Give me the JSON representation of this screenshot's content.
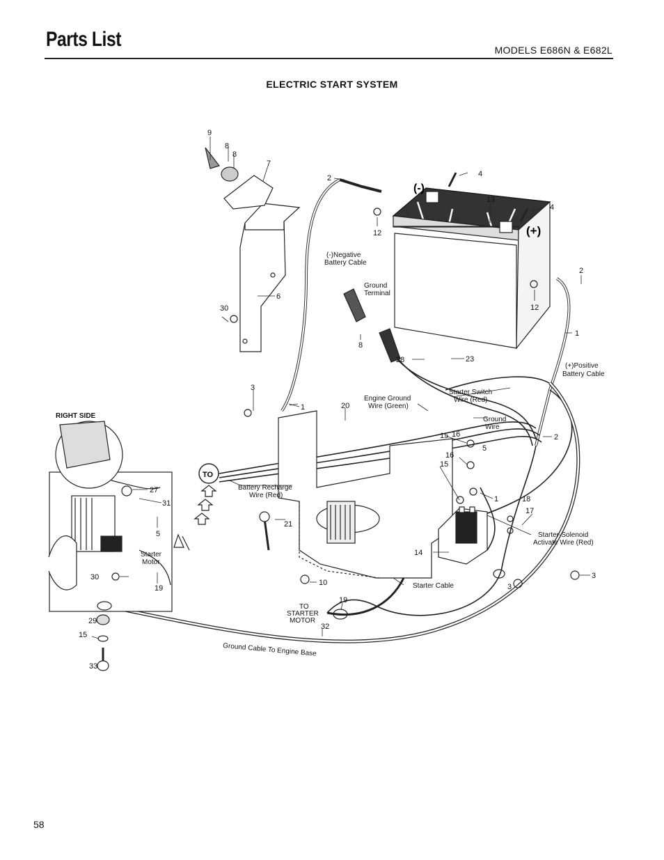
{
  "header": {
    "title": "Parts List",
    "models": "MODELS E686N & E682L"
  },
  "section_title": "ELECTRIC START SYSTEM",
  "page_number": "58",
  "inset": {
    "title": "RIGHT SIDE",
    "labels": {
      "starter_motor_1": "Starter",
      "starter_motor_2": "Motor"
    }
  },
  "battery": {
    "neg": "(-)",
    "pos": "(+)"
  },
  "to_badge": "TO",
  "callouts": {
    "neg_cable_1": "(-)Negative",
    "neg_cable_2": "Battery Cable",
    "ground_terminal_1": "Ground",
    "ground_terminal_2": "Terminal",
    "pos_cable_1": "(+)Positive",
    "pos_cable_2": "Battery Cable",
    "starter_switch_1": "Starter Switch",
    "starter_switch_2": "Wire (Red)",
    "engine_ground_1": "Engine Ground",
    "engine_ground_2": "Wire (Green)",
    "ground_wire_1": "Ground",
    "ground_wire_2": "Wire",
    "battery_recharge_1": "Battery Recharge",
    "battery_recharge_2": "Wire (Red)",
    "solenoid_1": "Starter-Solenoid",
    "solenoid_2": "Activate Wire (Red)",
    "starter_cable": "Starter Cable",
    "to_starter_1": "TO",
    "to_starter_2": "STARTER",
    "to_starter_3": "MOTOR",
    "ground_cable": "Ground Cable To Engine Base"
  },
  "part_numbers": {
    "p9": "9",
    "p8a": "8",
    "p8b": "8",
    "p7": "7",
    "p2a": "2",
    "p4a": "4",
    "p4b": "4",
    "p13": "13",
    "p12a": "12",
    "p12b": "12",
    "p2b": "2",
    "p6": "6",
    "p30a": "30",
    "p8c": "8",
    "p1a": "1",
    "p28": "28",
    "p23": "23",
    "p3a": "3",
    "p1b": "1",
    "p20": "20",
    "p2c": "2",
    "p15a": "15",
    "p16a": "16",
    "p5a": "5",
    "p16b": "16",
    "p15b": "15",
    "p1c": "1",
    "p18": "18",
    "p17": "17",
    "p21": "21",
    "p14": "14",
    "p10": "10",
    "p3b": "3",
    "p3c": "3",
    "p19a": "19",
    "p32": "32",
    "p27": "27",
    "p31": "31",
    "p5b": "5",
    "p30b": "30",
    "p19b": "19",
    "p29": "29",
    "p15c": "15",
    "p33": "33"
  }
}
